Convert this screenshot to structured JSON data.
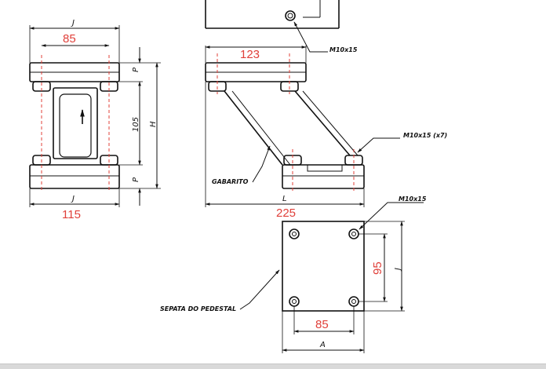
{
  "front_view": {
    "dim_top": "85",
    "dim_top_letter": "J",
    "dim_bottom": "115",
    "dim_bottom_letter": "J",
    "dim_height_value": "105",
    "dim_height_letter": "H",
    "dim_p_top": "P",
    "dim_p_bottom": "P"
  },
  "side_view": {
    "dim_top": "123",
    "dim_bottom": "225",
    "dim_bottom_letter": "L",
    "label_bolt_top": "M10x15",
    "label_bolts": "M10x15 (x7)",
    "label_gauge": "GABARITO"
  },
  "plan_view": {
    "label_bolt": "M10x15",
    "dim_vertical": "95",
    "dim_vertical_letter": "J",
    "dim_horizontal": "85",
    "dim_horizontal_letter": "A",
    "label_footing": "SEPATA DO PEDESTAL"
  },
  "colors": {
    "dimension_red": "#e0403a",
    "line_black": "#111111"
  }
}
